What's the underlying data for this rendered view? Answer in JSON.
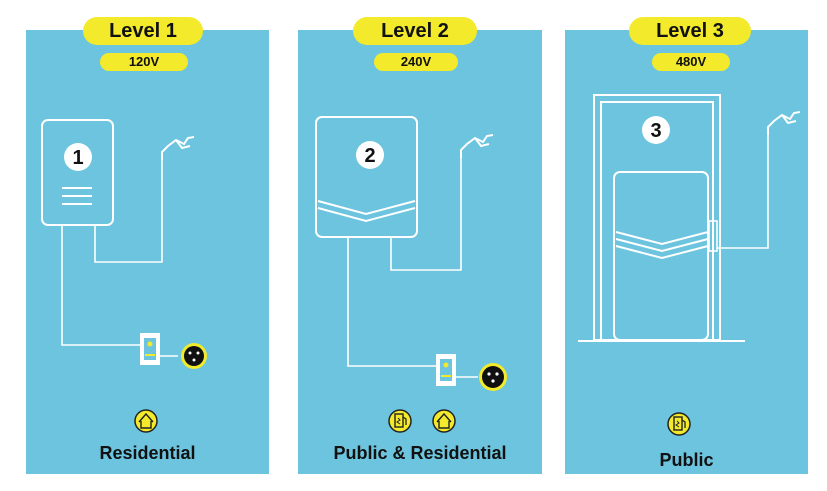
{
  "levels": [
    {
      "title": "Level 1",
      "voltage": "120V",
      "station_number": "1",
      "use": "Residential"
    },
    {
      "title": "Level 2",
      "voltage": "240V",
      "station_number": "2",
      "use": "Public & Residential"
    },
    {
      "title": "Level 3",
      "voltage": "480V",
      "station_number": "3",
      "use": "Public"
    }
  ],
  "colors": {
    "panel": "#6cc4df",
    "badge": "#f2ea2a",
    "line": "#ffffff",
    "icon_outline": "#222222"
  },
  "icons": [
    "home-icon",
    "fuel-pump-icon",
    "outlet-icon",
    "ev-plug-icon",
    "wall-socket-icon"
  ]
}
